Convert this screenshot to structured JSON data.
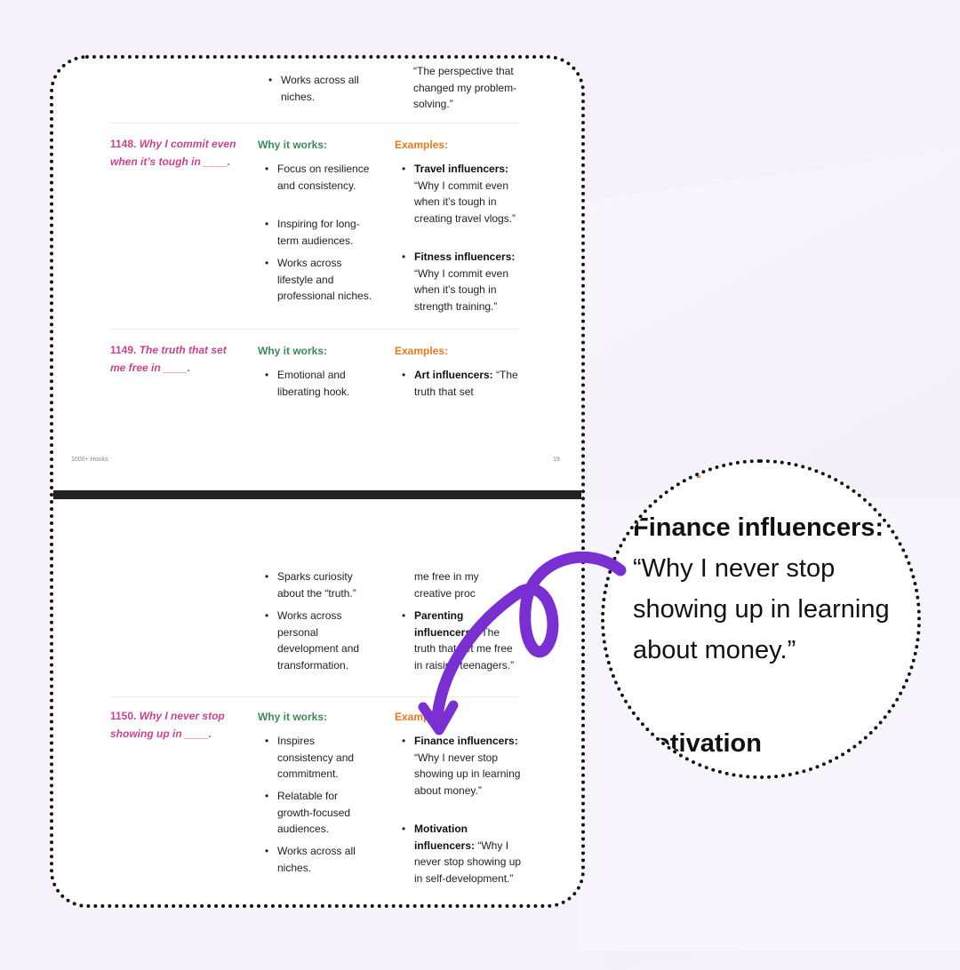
{
  "top_page": {
    "cut_right": "“The perspective that changed my problem-solving.”",
    "cut_left": "Works across all niches.",
    "entries": [
      {
        "number": "1148.",
        "hook": "Why I commit even when it’s tough in ____.",
        "why_label": "Why it works:",
        "why": [
          "Focus on resilience and consistency.",
          "Inspiring for long-term audiences.",
          "Works across lifestyle and professional niches."
        ],
        "examples_label": "Examples:",
        "examples": [
          {
            "bold": "Travel influencers:",
            "text": "“Why I commit even when it’s tough in creating travel vlogs.”"
          },
          {
            "bold": "Fitness influencers:",
            "text": "“Why I commit even when it’s tough in strength training.”"
          }
        ]
      },
      {
        "number": "1149.",
        "hook": "The truth that set me free in ____.",
        "why_label": "Why it works:",
        "why": [
          "Emotional and liberating hook."
        ],
        "examples_label": "Examples:",
        "examples": [
          {
            "bold": "Art influencers:",
            "text": "“The truth that set"
          }
        ]
      }
    ],
    "footer_left": "1000+ Hooks",
    "footer_right": "19"
  },
  "bottom_page": {
    "cont_why": [
      "Sparks curiosity about the “truth.”",
      "Works across personal development and transformation."
    ],
    "cont_ex_line": "me free in my creative proc",
    "cont_ex2_bold": "Parenting influencers:",
    "cont_ex2_text": "“The truth that set me free in raising teenagers.”",
    "entry": {
      "number": "1150.",
      "hook": "Why I never stop showing up in ____.",
      "why_label": "Why it works:",
      "why": [
        "Inspires consistency and commitment.",
        "Relatable for growth-focused audiences.",
        "Works across all niches."
      ],
      "examples_label": "Examples:",
      "examples": [
        {
          "bold": "Finance influencers:",
          "text": "“Why I never stop showing up in learning about money.”"
        },
        {
          "bold": "Motivation influencers:",
          "text": "“Why I never stop showing up in self-development.”"
        }
      ]
    }
  },
  "zoom": {
    "heading_fragment": "es:",
    "bold": "Finance influencers:",
    "text": " “Why I never stop showing up in learning about money.”",
    "next": "Motivation"
  },
  "colors": {
    "hook": "#c2458e",
    "why": "#3d8a5c",
    "examples": "#e07b24",
    "arrow": "#7a2fd0"
  }
}
